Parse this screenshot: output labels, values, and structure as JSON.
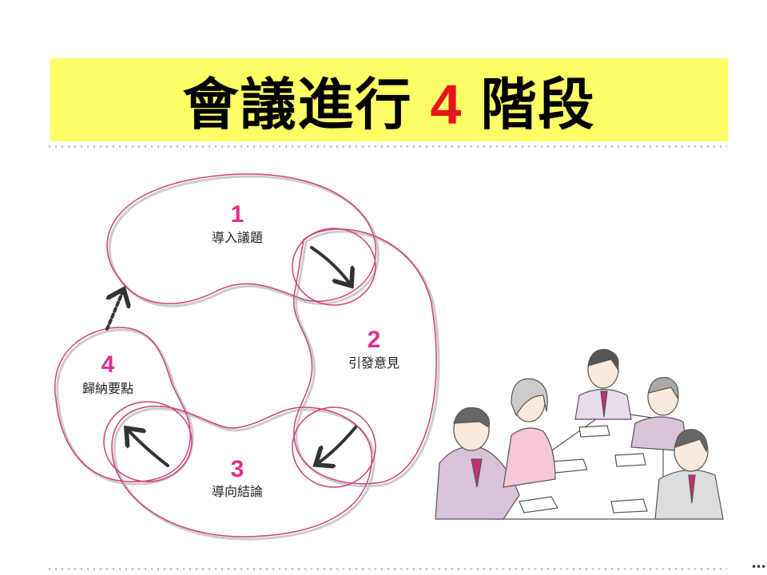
{
  "title": {
    "prefix": "會議進行",
    "number": "4",
    "suffix": "階段"
  },
  "stages": [
    {
      "number": "1",
      "label": "導入議題"
    },
    {
      "number": "2",
      "label": "引發意見"
    },
    {
      "number": "3",
      "label": "導向結論"
    },
    {
      "number": "4",
      "label": "歸納要點"
    }
  ],
  "colors": {
    "title_bg": "#FFFF66",
    "accent_red": "#E8141B",
    "stage_pink": "#E0308A",
    "lobe_stroke": "#D0407A"
  },
  "footer": {
    "more": "•••"
  }
}
